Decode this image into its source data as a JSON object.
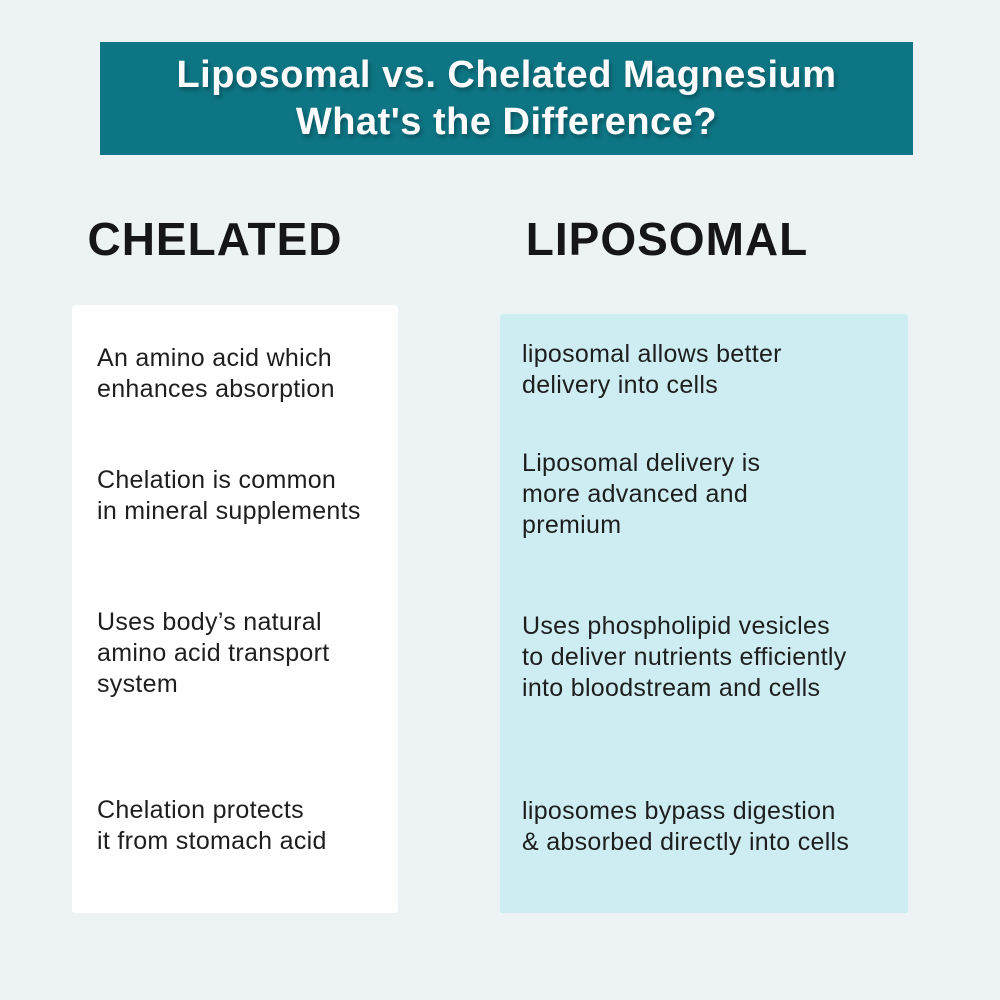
{
  "colors": {
    "background": "#EDF2F5",
    "banner_teal": "#0E7584",
    "banner_text": "#FCFCFC",
    "heading_text": "#15151A",
    "body_text": "#1E1E1E",
    "left_card": "#FFFFFF",
    "right_card": "#CDEDF3"
  },
  "header": {
    "title_line1": "Liposomal vs. Chelated Magnesium",
    "title_line2": "What's the Difference?"
  },
  "left": {
    "heading": "CHELATED",
    "items": [
      "An amino acid which\nenhances absorption",
      "Chelation is common\nin mineral supplements",
      "Uses body’s natural\namino acid transport\nsystem",
      "Chelation protects\nit from stomach acid"
    ]
  },
  "right": {
    "heading": "LIPOSOMAL",
    "items": [
      "liposomal allows better\ndelivery into cells",
      "Liposomal delivery is\nmore advanced and\npremium",
      "Uses phospholipid vesicles\nto deliver nutrients efficiently\ninto bloodstream and cells",
      "liposomes bypass digestion\n& absorbed directly into cells"
    ]
  }
}
